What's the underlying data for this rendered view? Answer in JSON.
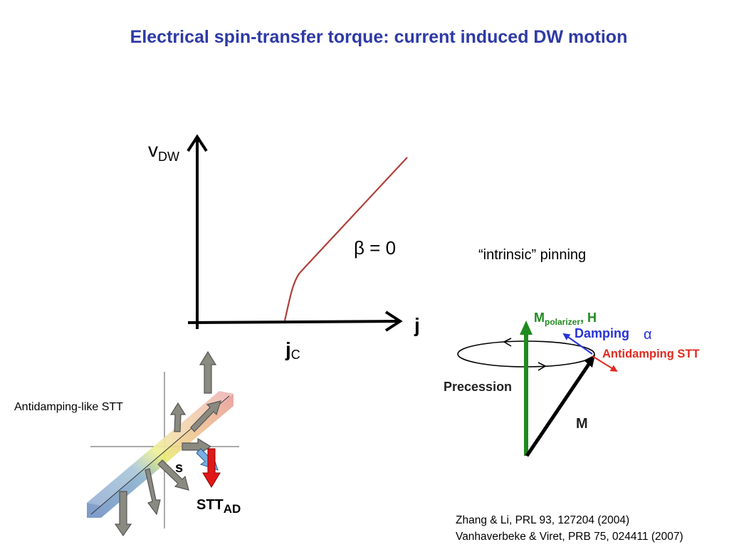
{
  "slide": {
    "title": "Electrical spin-transfer torque: current induced DW motion"
  },
  "graph": {
    "y_axis_label": "v",
    "y_axis_subscript": "DW",
    "x_axis_label": "j",
    "threshold_label": "j",
    "threshold_subscript": "C",
    "curve_annotation": "β = 0",
    "pinning_note": "“intrinsic” pinning",
    "curve_color": "#b0403a"
  },
  "left_figure": {
    "caption": "Antidamping-like STT",
    "s_label": "s",
    "stt_label": "STT",
    "stt_subscript": "AD"
  },
  "right_figure": {
    "m_polarizer_main": "M",
    "m_polarizer_sub": "polarizer",
    "m_polarizer_suffix": ", H",
    "damping_label": "Damping",
    "alpha_label": "α",
    "antidamping_label": "Antidamping STT",
    "precession_label": "Precession",
    "m_label": "M",
    "polarizer_color": "#1f8a1f",
    "damping_color": "#2833d6",
    "antidamping_color": "#e02a1e"
  },
  "references": [
    "Zhang & Li, PRL 93, 127204 (2004)",
    "Vanhaverbeke & Viret, PRB 75, 024411 (2007)"
  ]
}
